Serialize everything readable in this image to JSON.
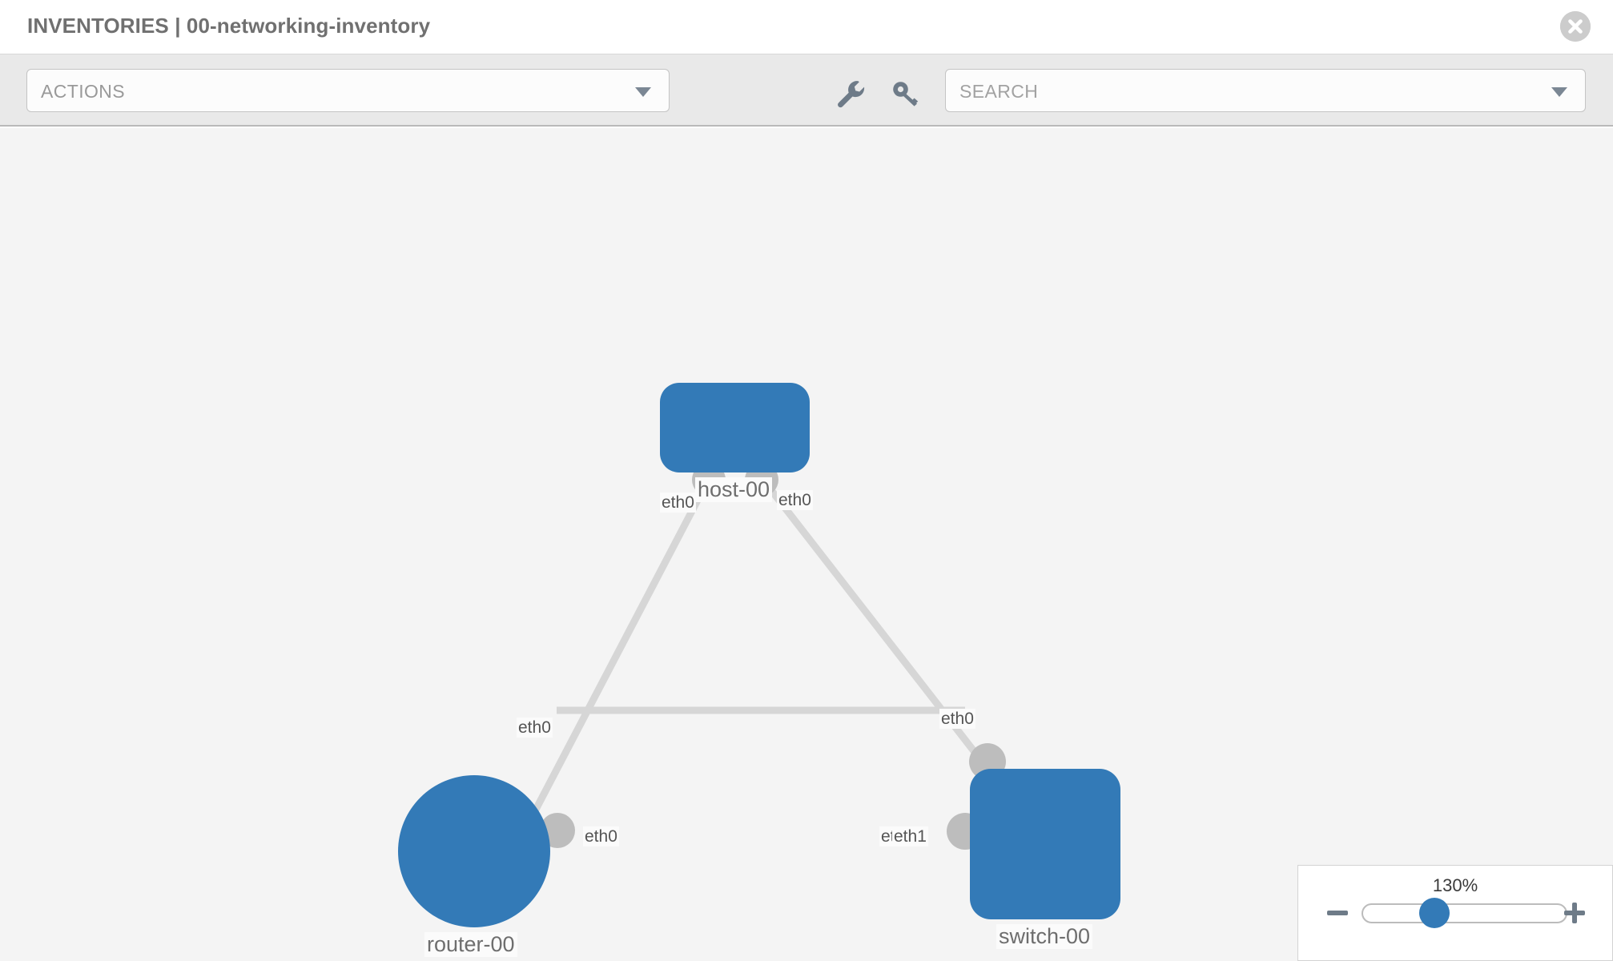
{
  "header": {
    "title": "INVENTORIES | 00-networking-inventory",
    "close_icon": "close-circle-icon"
  },
  "toolbar": {
    "actions_label": "ACTIONS",
    "actions_caret_icon": "chevron-down-icon",
    "wrench_icon": "wrench-icon",
    "key_icon": "key-icon",
    "search_placeholder": "SEARCH",
    "search_value": "",
    "search_caret_icon": "chevron-down-icon"
  },
  "topology": {
    "accent_color": "#337ab7",
    "port_color": "#bdbdbd",
    "link_color": "#d6d6d6",
    "canvas_bg": "#f4f4f4",
    "nodes": [
      {
        "id": "host-00",
        "label": "host-00",
        "icon": "server-icon",
        "shape": "rounded-rect"
      },
      {
        "id": "router-00",
        "label": "router-00",
        "icon": "router-icon",
        "shape": "circle"
      },
      {
        "id": "switch-00",
        "label": "switch-00",
        "icon": "switch-icon",
        "shape": "rounded-square"
      }
    ],
    "links": [
      {
        "from": "host-00",
        "from_port": "eth0",
        "to": "router-00",
        "to_port": "eth0"
      },
      {
        "from": "host-00",
        "from_port": "eth0",
        "to": "switch-00",
        "to_port": "eth0"
      },
      {
        "from": "router-00",
        "from_port": "eth0",
        "to": "switch-00",
        "to_port": "eth1"
      }
    ],
    "port_labels": {
      "host_left": "eth0",
      "host_right": "eth0",
      "router_top": "eth0",
      "router_right": "eth0",
      "switch_top": "eth0",
      "switch_left_a": "eth0",
      "switch_left_b": "eth1"
    }
  },
  "zoom_control": {
    "level": "130%",
    "minus_icon": "minus-icon",
    "plus_icon": "plus-icon",
    "handle_icon": "slider-handle"
  }
}
